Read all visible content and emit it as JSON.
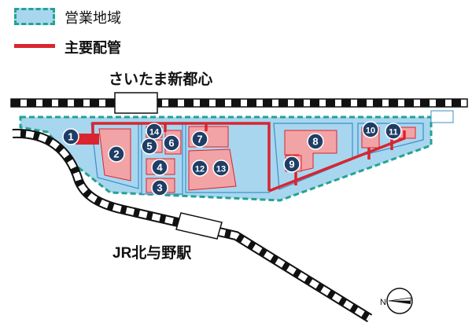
{
  "legend": {
    "area_label": "営業地域",
    "pipe_label": "主要配管",
    "colors": {
      "area_fill": "#a8d6ef",
      "area_border": "#24a393",
      "pipe": "#d9252f"
    }
  },
  "stations": {
    "top": "さいたま新都心",
    "bottom": "JR北与野駅"
  },
  "buildings": [
    {
      "number": "1"
    },
    {
      "number": "2"
    },
    {
      "number": "3"
    },
    {
      "number": "4"
    },
    {
      "number": "5"
    },
    {
      "number": "6"
    },
    {
      "number": "7"
    },
    {
      "number": "8"
    },
    {
      "number": "9"
    },
    {
      "number": "10"
    },
    {
      "number": "11"
    },
    {
      "number": "12"
    },
    {
      "number": "13"
    },
    {
      "number": "14"
    }
  ],
  "compass": {
    "north_label": "N",
    "icon": "north-arrow-icon"
  },
  "colors": {
    "building_fill": "#f2a3a6",
    "building_stroke": "#d9252f",
    "marker_fill": "#1f3e66",
    "railway_black": "#111111"
  }
}
